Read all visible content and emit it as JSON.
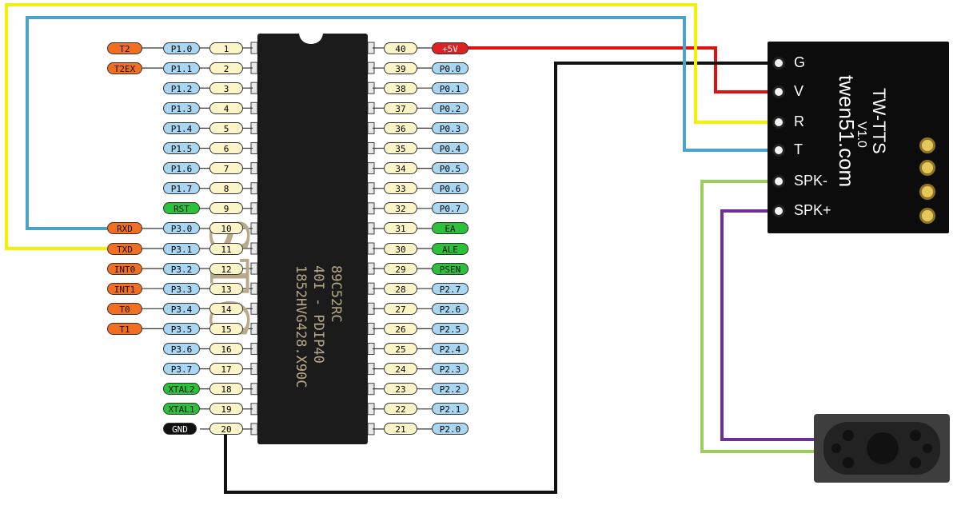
{
  "chip": {
    "brand": "STC",
    "model_lines": [
      "89C52RC",
      "40I - PDIP40",
      "1852HVG428.X90C"
    ]
  },
  "left_pins": [
    {
      "num": "1",
      "port": "P1.0",
      "func": "T2",
      "func_color": "orange"
    },
    {
      "num": "2",
      "port": "P1.1",
      "func": "T2EX",
      "func_color": "orange"
    },
    {
      "num": "3",
      "port": "P1.2"
    },
    {
      "num": "4",
      "port": "P1.3"
    },
    {
      "num": "5",
      "port": "P1.4"
    },
    {
      "num": "6",
      "port": "P1.5"
    },
    {
      "num": "7",
      "port": "P1.6"
    },
    {
      "num": "8",
      "port": "P1.7"
    },
    {
      "num": "9",
      "port": "RST",
      "port_color": "green"
    },
    {
      "num": "10",
      "port": "P3.0",
      "func": "RXD",
      "func_color": "orange"
    },
    {
      "num": "11",
      "port": "P3.1",
      "func": "TXD",
      "func_color": "orange"
    },
    {
      "num": "12",
      "port": "P3.2",
      "func": "INT0",
      "func_color": "orange"
    },
    {
      "num": "13",
      "port": "P3.3",
      "func": "INT1",
      "func_color": "orange"
    },
    {
      "num": "14",
      "port": "P3.4",
      "func": "T0",
      "func_color": "orange"
    },
    {
      "num": "15",
      "port": "P3.5",
      "func": "T1",
      "func_color": "orange"
    },
    {
      "num": "16",
      "port": "P3.6"
    },
    {
      "num": "17",
      "port": "P3.7"
    },
    {
      "num": "18",
      "port": "XTAL2",
      "port_color": "green"
    },
    {
      "num": "19",
      "port": "XTAL1",
      "port_color": "green"
    },
    {
      "num": "20",
      "port": "GND",
      "port_color": "black"
    }
  ],
  "right_pins": [
    {
      "num": "40",
      "port": "+5V",
      "port_color": "red"
    },
    {
      "num": "39",
      "port": "P0.0"
    },
    {
      "num": "38",
      "port": "P0.1"
    },
    {
      "num": "37",
      "port": "P0.2"
    },
    {
      "num": "36",
      "port": "P0.3"
    },
    {
      "num": "35",
      "port": "P0.4"
    },
    {
      "num": "34",
      "port": "P0.5"
    },
    {
      "num": "33",
      "port": "P0.6"
    },
    {
      "num": "32",
      "port": "P0.7"
    },
    {
      "num": "31",
      "port": "EA",
      "port_color": "green"
    },
    {
      "num": "30",
      "port": "ALE",
      "port_color": "green"
    },
    {
      "num": "29",
      "port": "PSEN",
      "port_color": "green"
    },
    {
      "num": "28",
      "port": "P2.7"
    },
    {
      "num": "27",
      "port": "P2.6"
    },
    {
      "num": "26",
      "port": "P2.5"
    },
    {
      "num": "25",
      "port": "P2.4"
    },
    {
      "num": "24",
      "port": "P2.3"
    },
    {
      "num": "23",
      "port": "P2.2"
    },
    {
      "num": "22",
      "port": "P2.1"
    },
    {
      "num": "21",
      "port": "P2.0"
    }
  ],
  "module": {
    "title": "TW-TTS",
    "version": "V1.0",
    "site": "twen51.com",
    "pins": [
      "G",
      "V",
      "R",
      "T",
      "SPK-",
      "SPK+"
    ]
  },
  "wire_colors": {
    "red": "#e01010",
    "black": "#111111",
    "yellow": "#f5f000",
    "blue": "#4aa3c8",
    "green": "#9ccf5a",
    "purple": "#6f2f9a"
  }
}
